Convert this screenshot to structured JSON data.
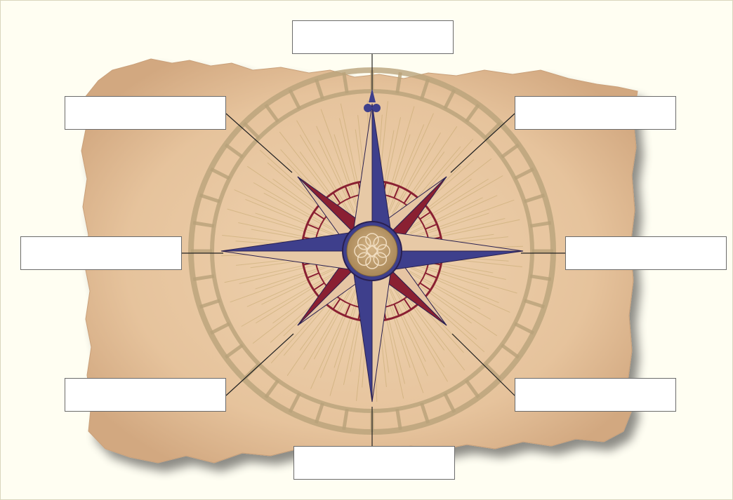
{
  "diagram": {
    "subject": "compass rose",
    "colors": {
      "paper": "#e9c9a2",
      "paper_dark": "#c89c74",
      "ring": "#b9a27a",
      "star_blue": "#3e3f8c",
      "star_light": "#e7c9a6",
      "star_red": "#8a2032",
      "hub": "#b99a6c",
      "leader_line": "#222222",
      "box_border": "#6b6b6b"
    },
    "labels": [
      {
        "id": "north",
        "text": ""
      },
      {
        "id": "north-west",
        "text": ""
      },
      {
        "id": "north-east",
        "text": ""
      },
      {
        "id": "west",
        "text": ""
      },
      {
        "id": "east",
        "text": ""
      },
      {
        "id": "south-west",
        "text": ""
      },
      {
        "id": "south-east",
        "text": ""
      },
      {
        "id": "south",
        "text": ""
      }
    ]
  }
}
